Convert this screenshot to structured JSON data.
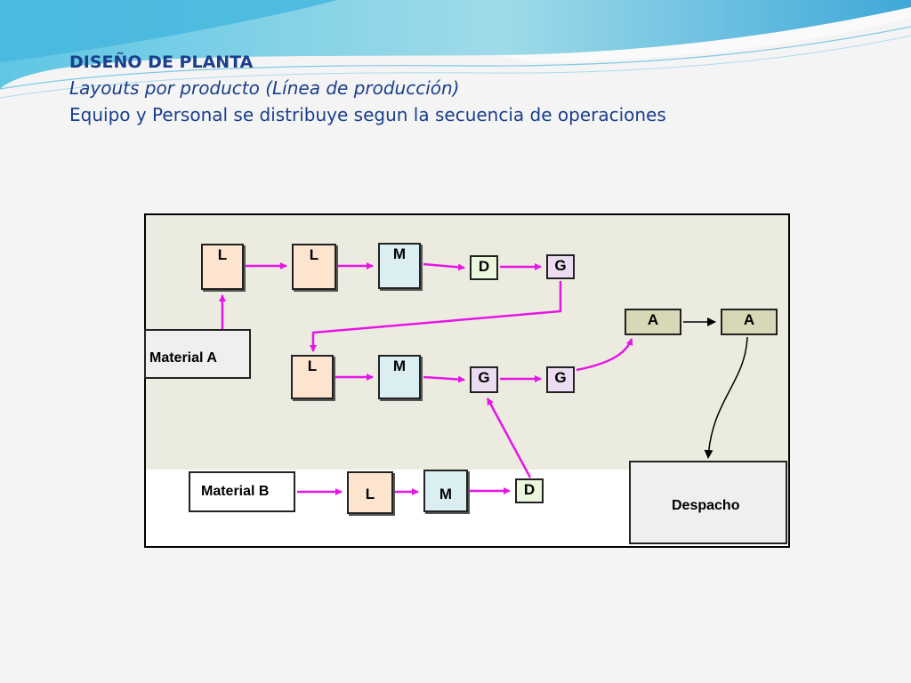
{
  "slide": {
    "title": "DISEÑO DE PLANTA",
    "subtitle": "Layouts por producto (Línea de producción)",
    "description": "Equipo y Personal se distribuye segun la secuencia de operaciones"
  },
  "diagram": {
    "row1": {
      "l1": "L",
      "l2": "L",
      "m": "M",
      "d": "D",
      "g": "G"
    },
    "row2": {
      "l": "L",
      "m": "M",
      "g1": "G",
      "g2": "G"
    },
    "row3": {
      "l": "L",
      "m": "M",
      "d": "D"
    },
    "assembly": {
      "a1": "A",
      "a2": "A"
    },
    "material_a": "Material A",
    "material_b": "Material B",
    "dispatch": "Despacho"
  },
  "colors": {
    "title": "#1a3f8c",
    "arrow_flow": "#e615e6",
    "lathe": "#fde4cf",
    "mill": "#dbeef2",
    "drill": "#eaf7dc",
    "grinder": "#ebdcf2",
    "assembly": "#d7d8b6"
  }
}
